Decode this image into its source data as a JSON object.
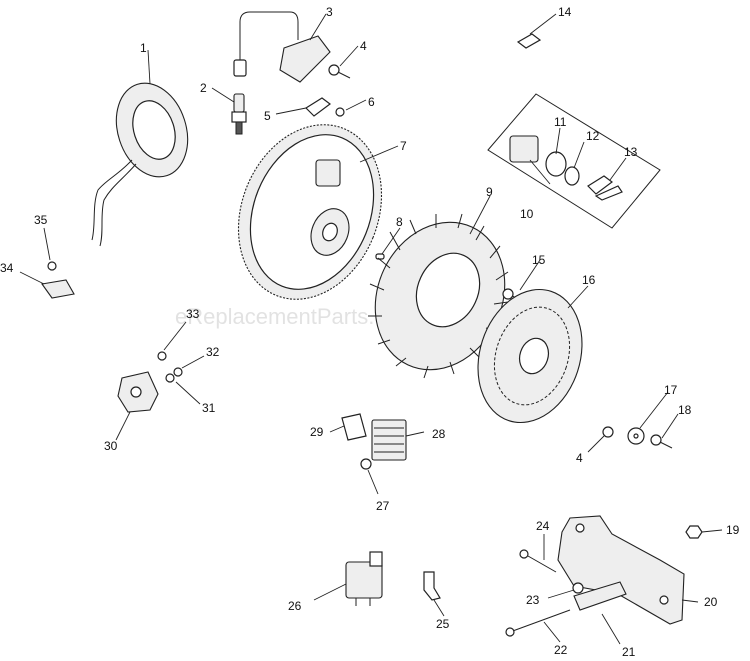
{
  "watermark": "eReplacementParts.com",
  "callouts": {
    "c1": "1",
    "c2": "2",
    "c3": "3",
    "c4a": "4",
    "c4b": "4",
    "c5": "5",
    "c6": "6",
    "c7": "7",
    "c8": "8",
    "c9": "9",
    "c10": "10",
    "c11": "11",
    "c12": "12",
    "c13": "13",
    "c14": "14",
    "c15": "15",
    "c16": "16",
    "c17": "17",
    "c18": "18",
    "c19": "19",
    "c20": "20",
    "c21": "21",
    "c22": "22",
    "c23": "23",
    "c24": "24",
    "c25": "25",
    "c26": "26",
    "c27": "27",
    "c28": "28",
    "c29": "29",
    "c30": "30",
    "c31": "31",
    "c32": "32",
    "c33": "33",
    "c34": "34",
    "c35": "35"
  }
}
